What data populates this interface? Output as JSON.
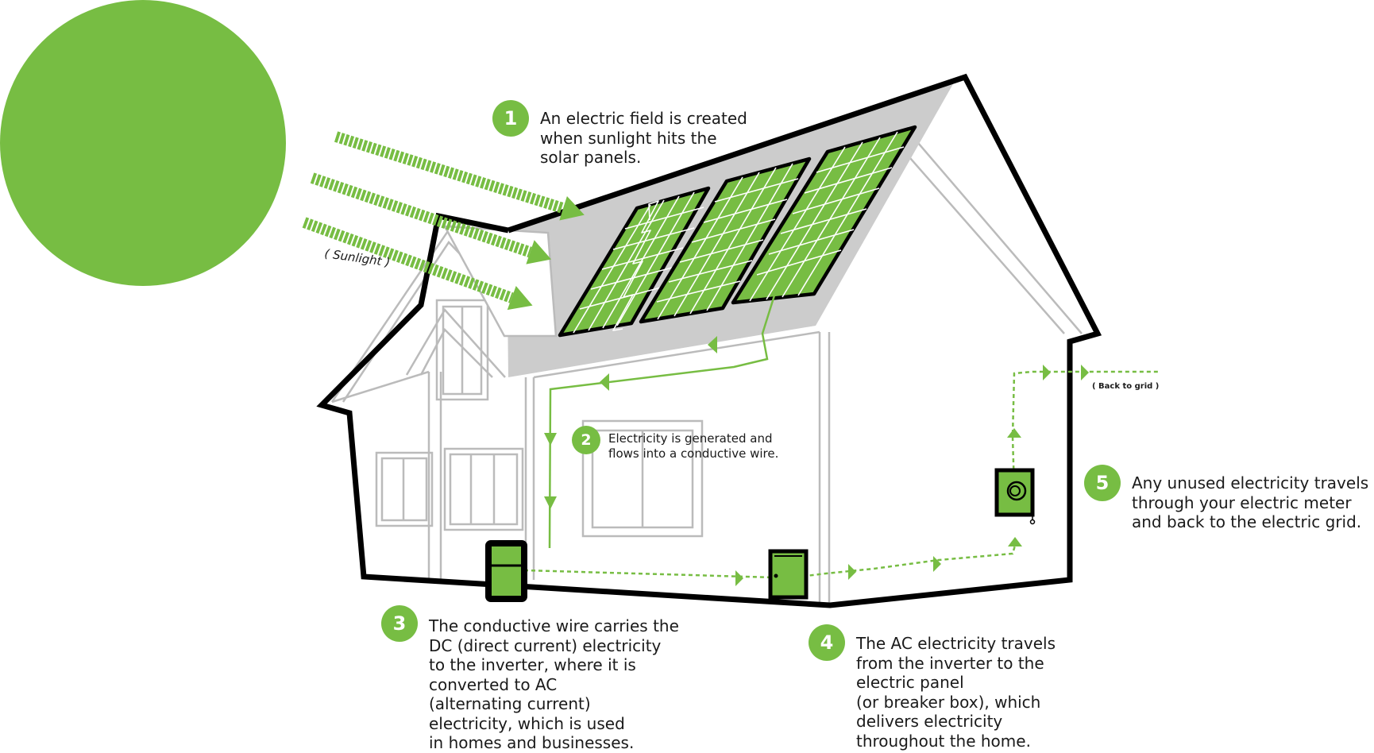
{
  "theme": {
    "accent": "#77bd43",
    "outline": "#000000",
    "roof": "#cccccc",
    "house_line": "#bbbbbb"
  },
  "labels": {
    "sunlight": "( Sunlight )",
    "back_to_grid": "( Back to grid )"
  },
  "steps": [
    {
      "num": "1",
      "lines": [
        "An electric field is created",
        "when sunlight hits the",
        "solar panels."
      ]
    },
    {
      "num": "2",
      "lines": [
        "Electricity is generated and",
        "flows into a conductive wire."
      ]
    },
    {
      "num": "3",
      "lines": [
        "The conductive wire carries the",
        "DC (direct current) electricity",
        "to the  inverter, where it is",
        "converted to AC",
        "(alternating current)",
        "electricity, which is used",
        "in homes and businesses."
      ]
    },
    {
      "num": "4",
      "lines": [
        "The AC electricity travels",
        "from the inverter to the",
        "electric panel",
        "(or breaker box), which",
        "delivers electricity",
        "throughout the home."
      ]
    },
    {
      "num": "5",
      "lines": [
        "Any unused electricity travels",
        "through your electric meter",
        "and back to the electric grid."
      ]
    }
  ]
}
